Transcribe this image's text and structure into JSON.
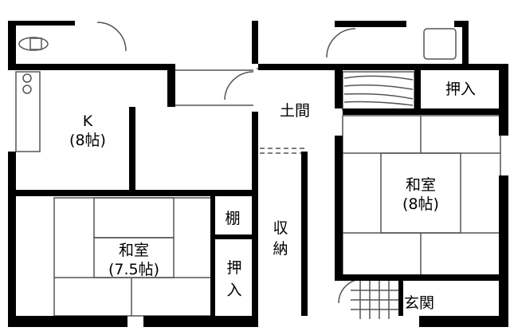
{
  "rooms": {
    "kitchen": {
      "name": "K",
      "size": "(8帖)"
    },
    "washitsu_left": {
      "name": "和室",
      "size": "(7.5帖)"
    },
    "washitsu_right": {
      "name": "和室",
      "size": "(8帖)"
    },
    "doma": {
      "name": "土間"
    },
    "shuno": {
      "line1": "収",
      "line2": "納"
    },
    "oshiire_top": {
      "name": "押入"
    },
    "oshiire_left": {
      "line1": "押",
      "line2": "入"
    },
    "tana": {
      "name": "棚"
    },
    "genkan": {
      "name": "玄関"
    }
  },
  "colors": {
    "wall": "#000000",
    "line": "#555555",
    "background": "#ffffff"
  }
}
